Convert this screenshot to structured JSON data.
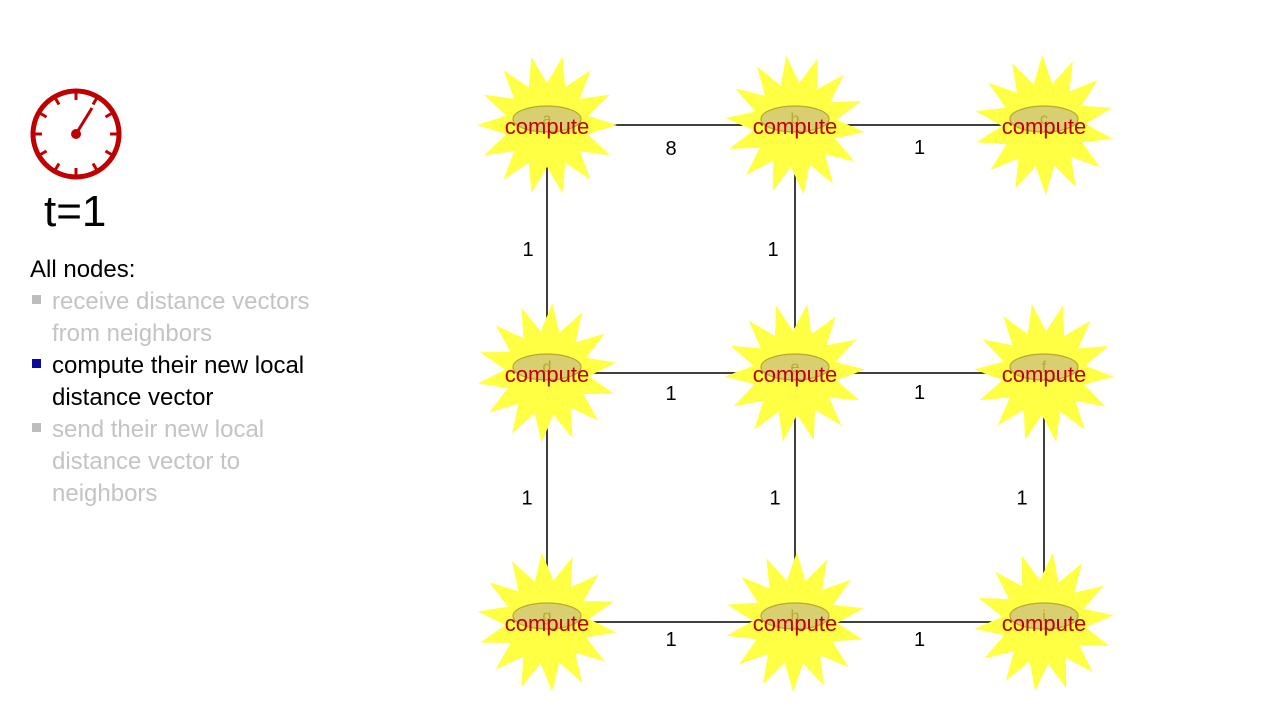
{
  "time_label": "t=1",
  "heading": "All nodes:",
  "steps": [
    {
      "text": "receive distance vectors from neighbors",
      "active": false
    },
    {
      "text": "compute their new local  distance vector",
      "active": true
    },
    {
      "text": "send their new local distance vector to neighbors",
      "active": false
    }
  ],
  "graph": {
    "nodes": [
      {
        "id": "a",
        "action": "compute"
      },
      {
        "id": "b",
        "action": "compute"
      },
      {
        "id": "c",
        "action": "compute"
      },
      {
        "id": "d",
        "action": "compute"
      },
      {
        "id": "e",
        "action": "compute"
      },
      {
        "id": "f",
        "action": "compute"
      },
      {
        "id": "g",
        "action": "compute"
      },
      {
        "id": "h",
        "action": "compute"
      },
      {
        "id": "i",
        "action": "compute"
      }
    ],
    "edges": [
      {
        "from": "a",
        "to": "b",
        "weight": "8"
      },
      {
        "from": "b",
        "to": "c",
        "weight": "1"
      },
      {
        "from": "a",
        "to": "d",
        "weight": "1"
      },
      {
        "from": "b",
        "to": "e",
        "weight": "1"
      },
      {
        "from": "d",
        "to": "e",
        "weight": "1"
      },
      {
        "from": "e",
        "to": "f",
        "weight": "1"
      },
      {
        "from": "d",
        "to": "g",
        "weight": "1"
      },
      {
        "from": "e",
        "to": "h",
        "weight": "1"
      },
      {
        "from": "f",
        "to": "i",
        "weight": "1"
      },
      {
        "from": "g",
        "to": "h",
        "weight": "1"
      },
      {
        "from": "h",
        "to": "i",
        "weight": "1"
      }
    ]
  },
  "colors": {
    "timer": "#c00000",
    "burst": "#ffff44",
    "node_fill": "#d8d070",
    "compute_text": "#c00000",
    "edge": "#000000"
  },
  "icons": {
    "timer": "stopwatch-icon",
    "node_burst": "starburst-icon"
  }
}
